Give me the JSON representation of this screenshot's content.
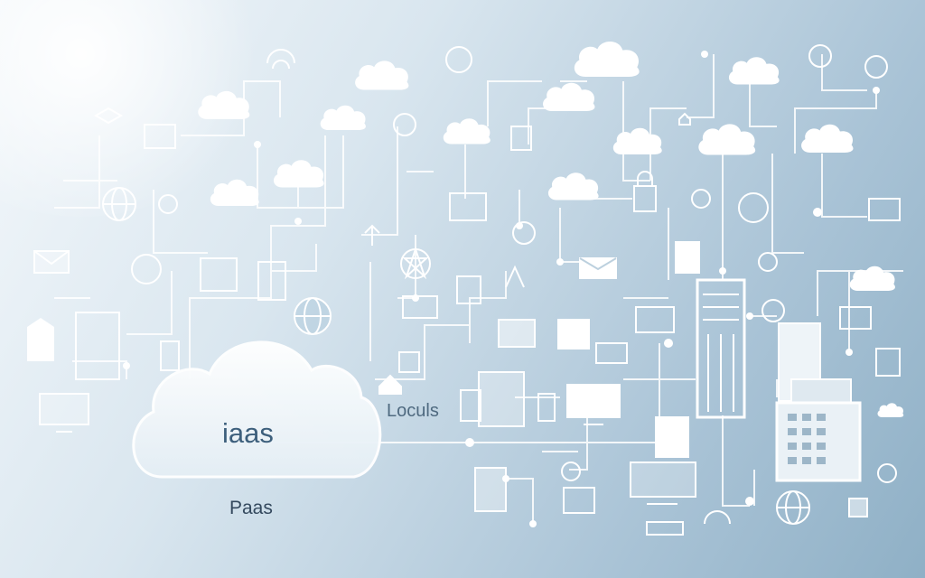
{
  "labels": {
    "main_cloud": "iaas",
    "under_cloud": "Paas",
    "locals": "Loculs"
  },
  "icons": [
    "cloud-icon",
    "server-rack-icon",
    "database-server-icon",
    "globe-icon",
    "monitor-icon",
    "laptop-icon",
    "document-icon",
    "mail-icon",
    "lock-icon",
    "dollar-icon",
    "wifi-icon",
    "lightbulb-icon",
    "building-icon",
    "home-icon",
    "headset-icon",
    "cube-icon",
    "chart-icon",
    "tablet-icon",
    "keyboard-icon"
  ],
  "colors": {
    "background_start": "#f4f8fb",
    "background_end": "#8fb0c6",
    "line": "#ffffff",
    "cloud_fill": "#ffffff",
    "text": "#3d5f7c"
  }
}
